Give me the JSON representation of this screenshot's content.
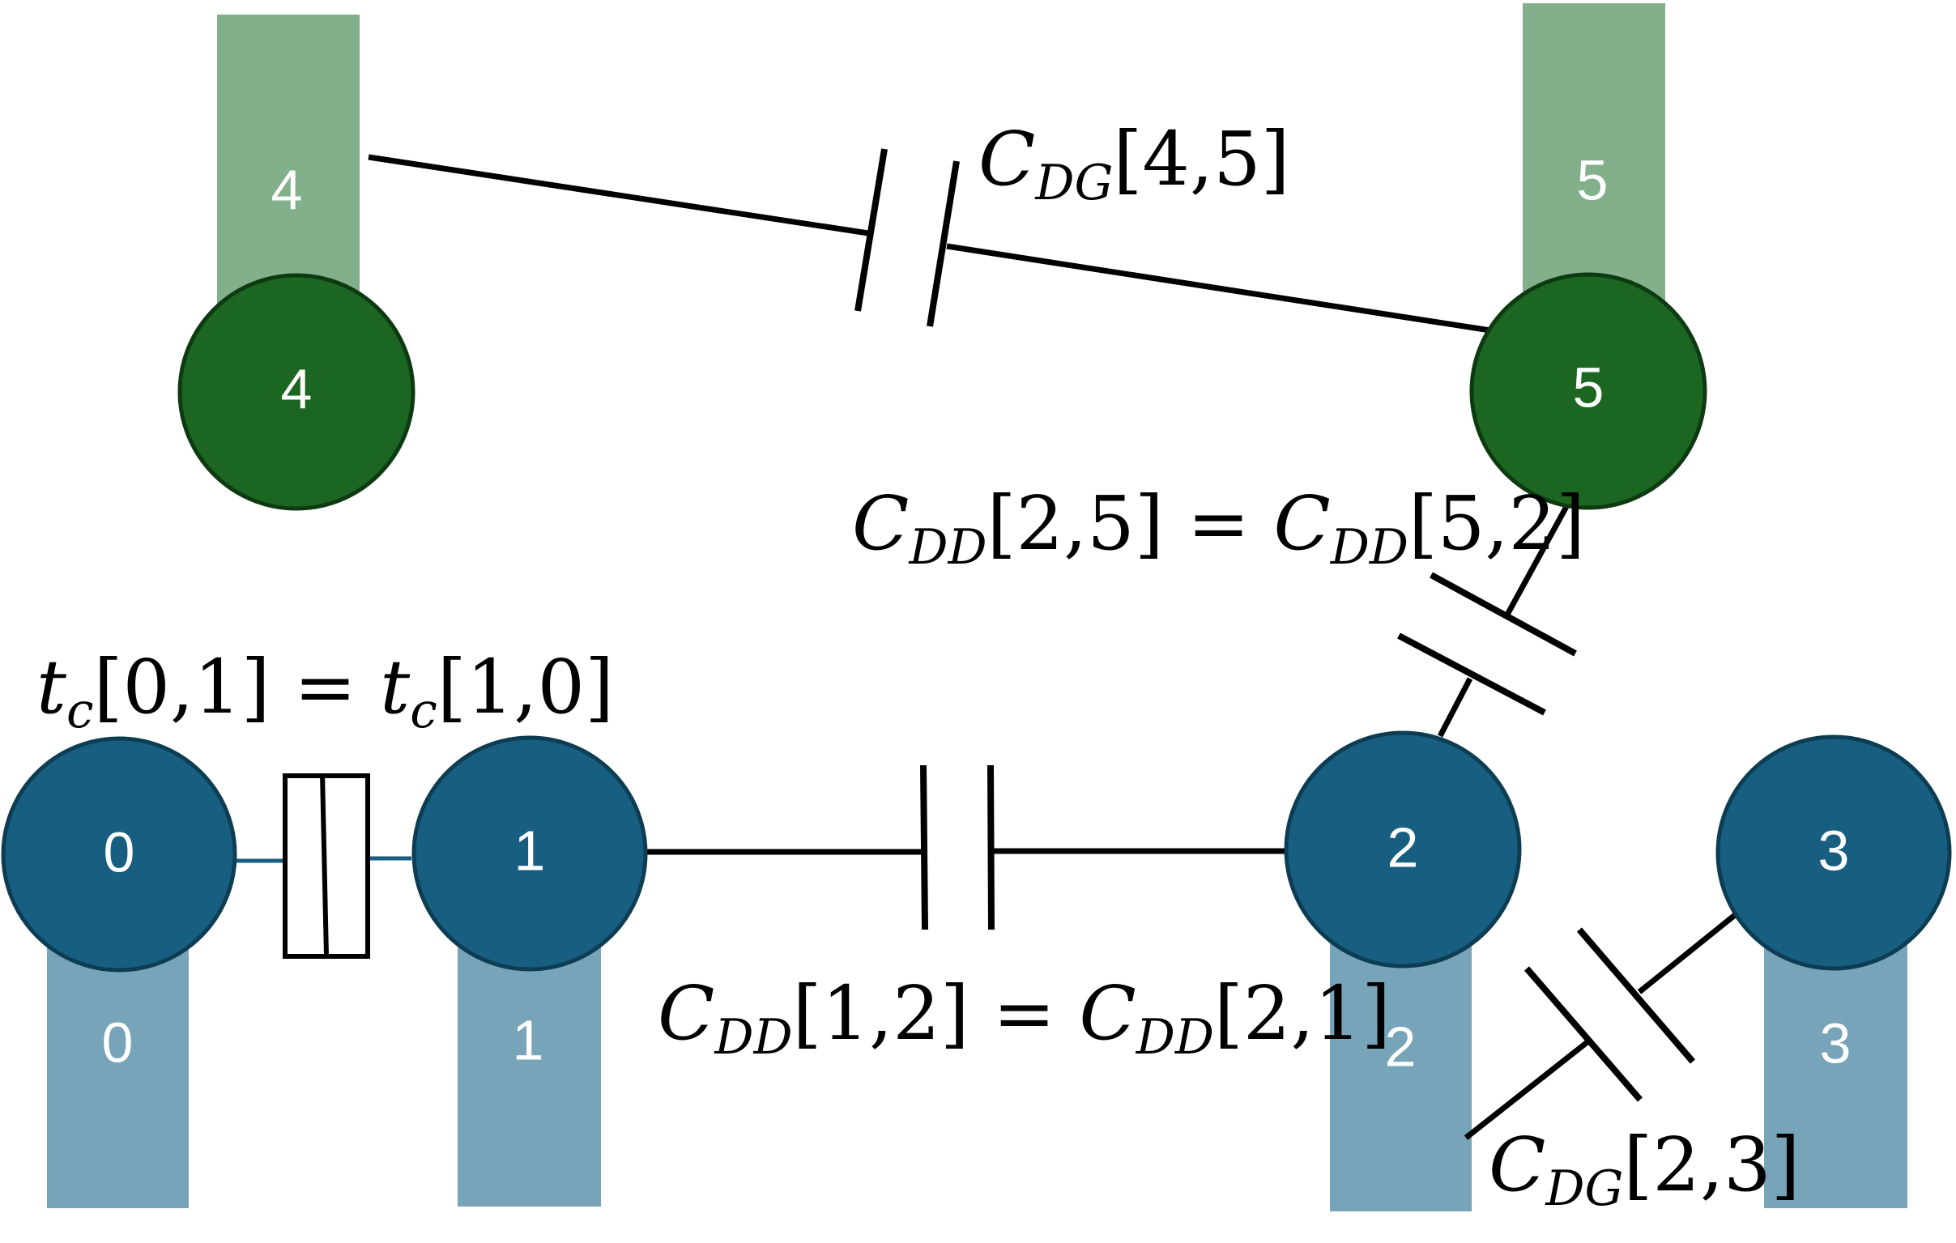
{
  "colors": {
    "dot_blue": "#175e80",
    "gate_blue": "#77a4b9",
    "dot_green": "#1b6621",
    "gate_green": "#82b08a",
    "wire": "#000000",
    "tunnel_wire": "#175e80",
    "label_text": "#ffffff"
  },
  "gates": [
    {
      "id": "0",
      "label": "0"
    },
    {
      "id": "1",
      "label": "1"
    },
    {
      "id": "2",
      "label": "2"
    },
    {
      "id": "3",
      "label": "3"
    },
    {
      "id": "4",
      "label": "4"
    },
    {
      "id": "5",
      "label": "5"
    }
  ],
  "dots": [
    {
      "id": "0",
      "label": "0"
    },
    {
      "id": "1",
      "label": "1"
    },
    {
      "id": "2",
      "label": "2"
    },
    {
      "id": "3",
      "label": "3"
    },
    {
      "id": "4",
      "label": "4"
    },
    {
      "id": "5",
      "label": "5"
    }
  ],
  "labels": {
    "tc": {
      "sym": "t",
      "sub": "c",
      "lhs_idx": "[0,1]",
      "eq": " = ",
      "rhs_idx": "[1,0]"
    },
    "cdd_12": {
      "sym": "C",
      "sub": "DD",
      "lhs_idx": "[1,2]",
      "eq": " = ",
      "rhs_idx": "[2,1]"
    },
    "cdd_25": {
      "sym": "C",
      "sub": "DD",
      "lhs_idx": "[2,5]",
      "eq": " = ",
      "rhs_idx": "[5,2]"
    },
    "cdg_45": {
      "sym": "C",
      "sub": "DG",
      "idx": "[4,5]"
    },
    "cdg_23": {
      "sym": "C",
      "sub": "DG",
      "idx": "[2,3]"
    }
  }
}
